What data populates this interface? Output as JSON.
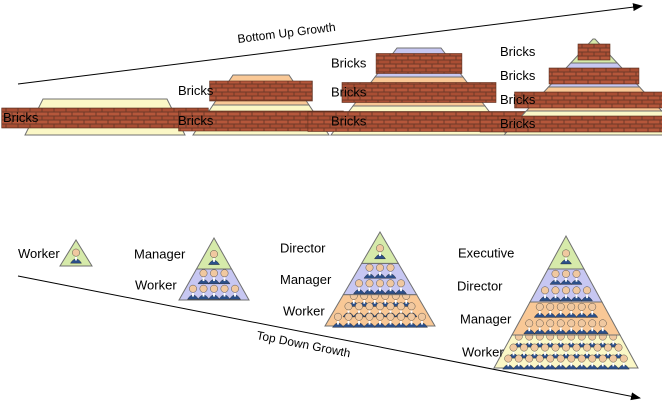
{
  "bottom_up": {
    "arrow_label": "Bottom Up Growth",
    "pyramids": [
      {
        "layers": [
          {
            "label": "Bricks",
            "color": "#fbf7c6"
          }
        ]
      },
      {
        "layers": [
          {
            "label": "Bricks",
            "color": "#fbf7c6"
          },
          {
            "label": "Bricks",
            "color": "#f9c896"
          }
        ]
      },
      {
        "layers": [
          {
            "label": "Bricks",
            "color": "#fbf7c6"
          },
          {
            "label": "Bricks",
            "color": "#f9c896"
          },
          {
            "label": "Bricks",
            "color": "#c7c7f2"
          }
        ]
      },
      {
        "layers": [
          {
            "label": "Bricks",
            "color": "#fbf7c6"
          },
          {
            "label": "Bricks",
            "color": "#f9c896"
          },
          {
            "label": "Bricks",
            "color": "#c7c7f2"
          },
          {
            "label": "Bricks",
            "color": "#d6eaaa"
          }
        ]
      }
    ]
  },
  "top_down": {
    "arrow_label": "Top Down Growth",
    "pyramids": [
      {
        "layers": [
          {
            "label": "Worker",
            "color": "#d6eaaa"
          }
        ]
      },
      {
        "layers": [
          {
            "label": "Worker",
            "color": "#c7c7f2"
          },
          {
            "label": "Manager",
            "color": "#d6eaaa"
          }
        ]
      },
      {
        "layers": [
          {
            "label": "Worker",
            "color": "#f9c896"
          },
          {
            "label": "Manager",
            "color": "#c7c7f2"
          },
          {
            "label": "Director",
            "color": "#d6eaaa"
          }
        ]
      },
      {
        "layers": [
          {
            "label": "Worker",
            "color": "#fbf7c6"
          },
          {
            "label": "Manager",
            "color": "#f9c896"
          },
          {
            "label": "Director",
            "color": "#c7c7f2"
          },
          {
            "label": "Executive",
            "color": "#d6eaaa"
          }
        ]
      }
    ]
  },
  "icons": {
    "brick": "brick-wall-icon",
    "person": "person-icon"
  }
}
